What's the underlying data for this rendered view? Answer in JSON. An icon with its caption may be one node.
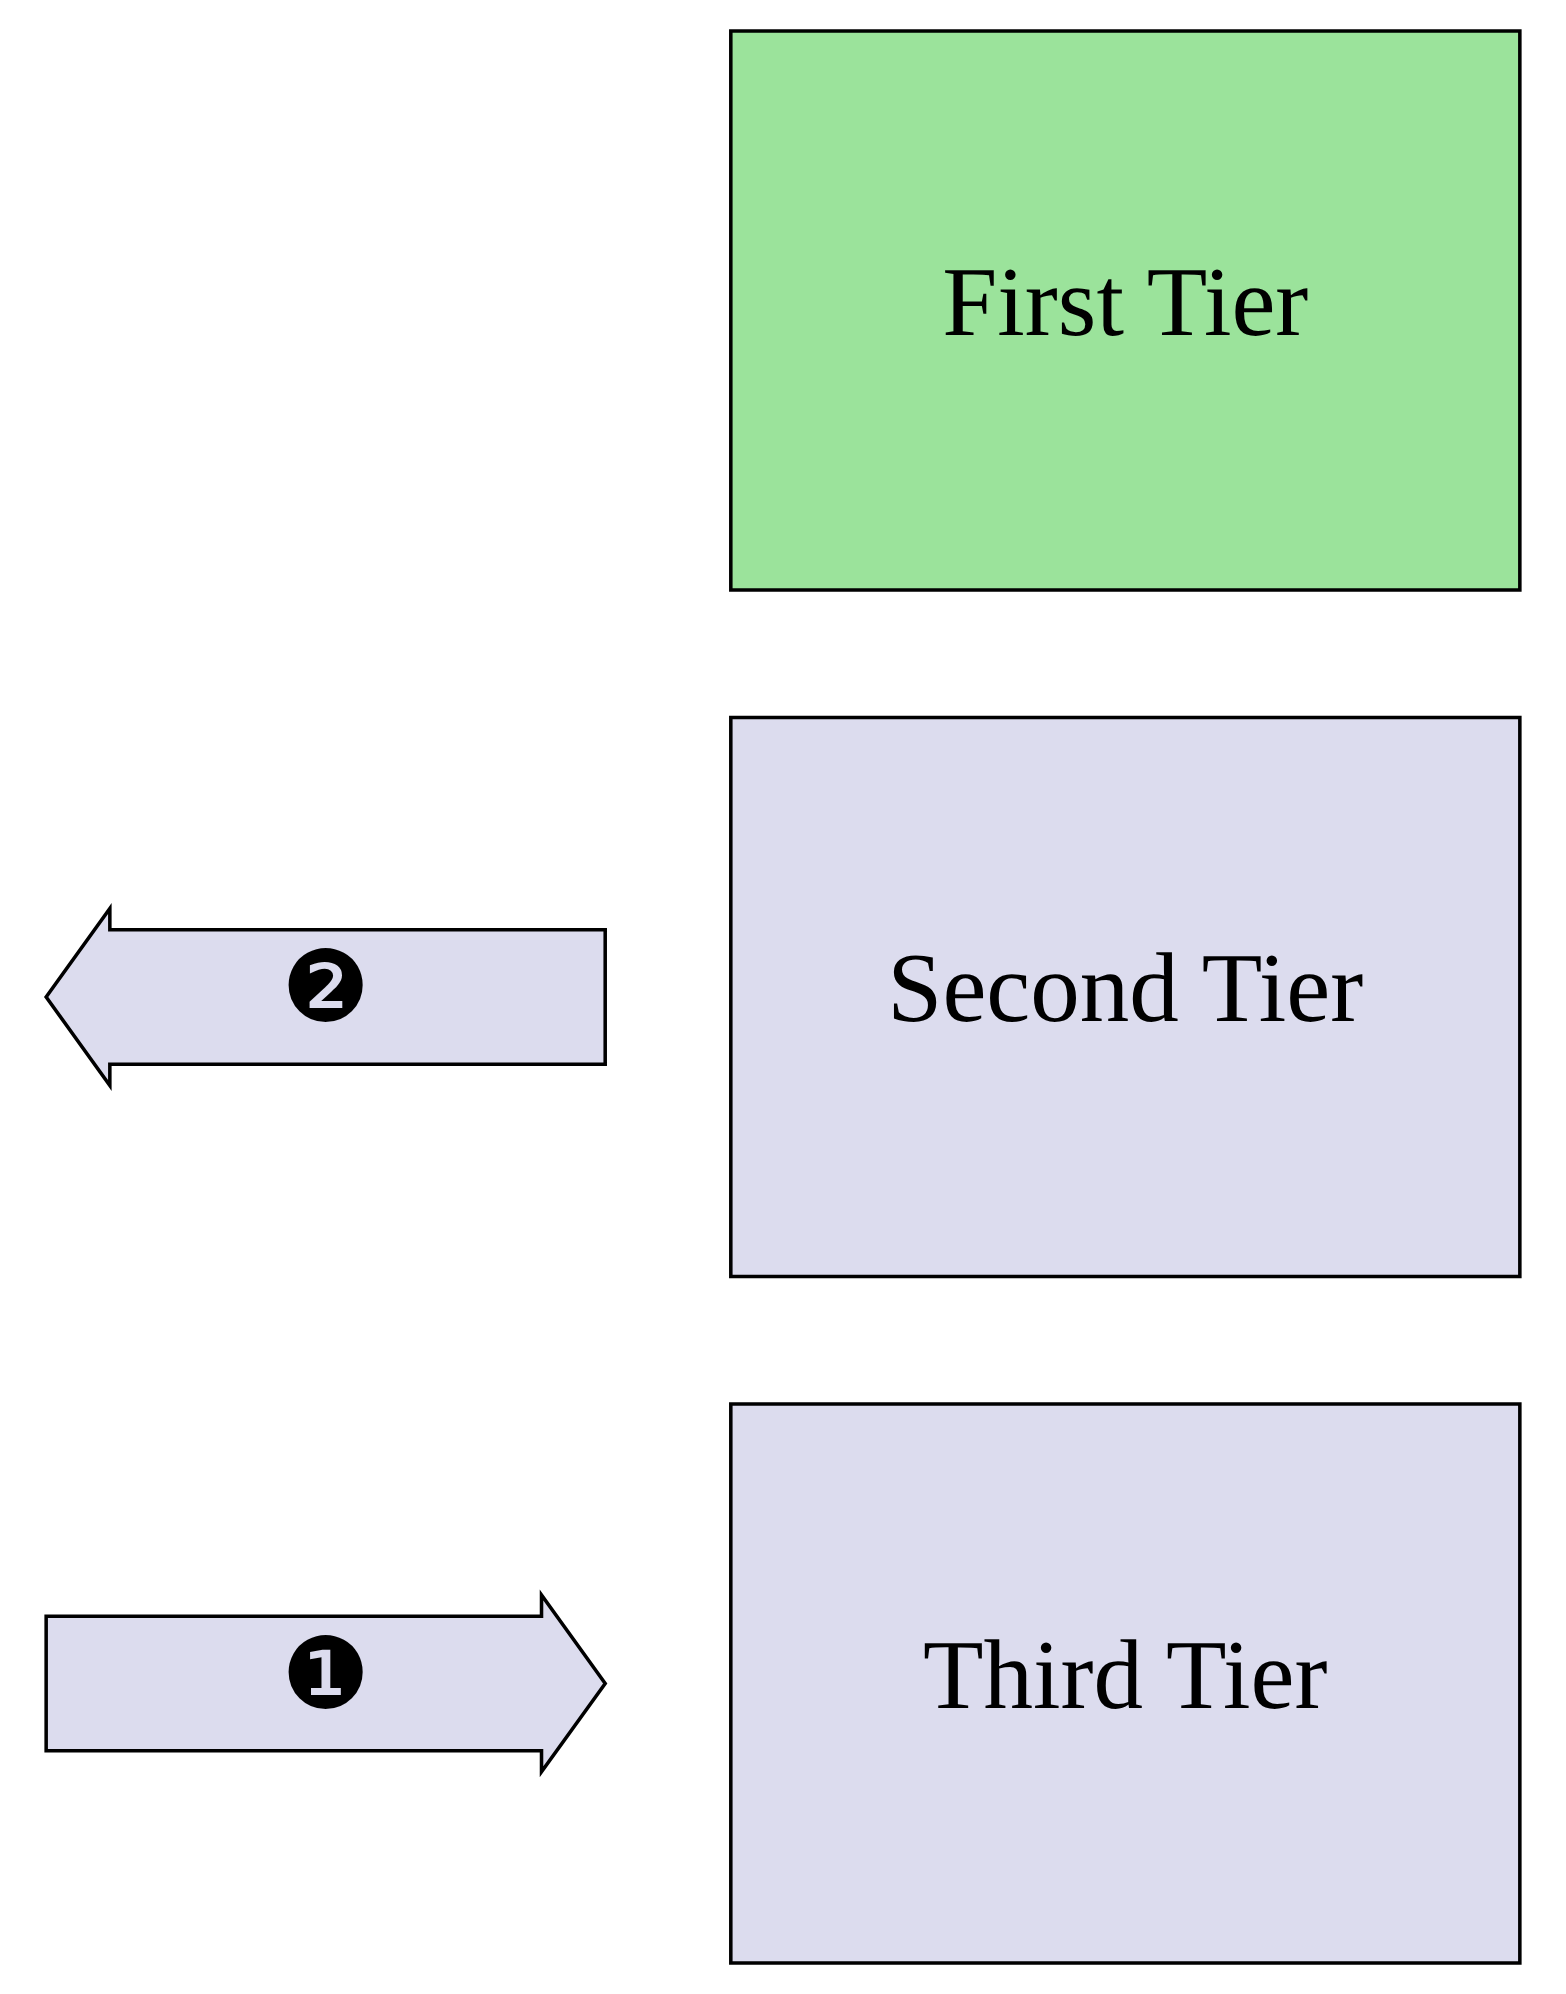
{
  "diagram": {
    "nodes": [
      {
        "text": [
          "First Tier"
        ]
      },
      {
        "text": [
          "Second Tier"
        ]
      },
      {
        "text": [
          "Third Tier"
        ]
      },
      {
        "text": [
          "❷"
        ]
      },
      {
        "text": [
          "❶"
        ]
      }
    ]
  }
}
